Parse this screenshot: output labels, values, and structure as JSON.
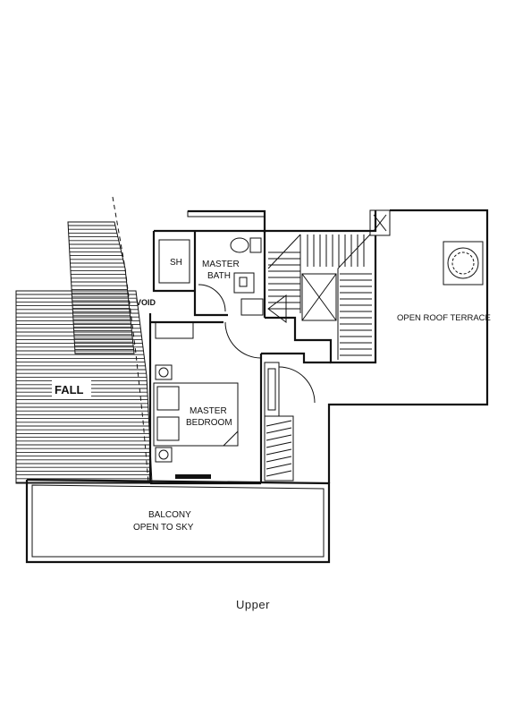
{
  "rooms": {
    "sh": "SH",
    "master_bath_1": "MASTER",
    "master_bath_2": "BATH",
    "void": "VOID",
    "fall": "FALL",
    "master_bedroom_1": "MASTER",
    "master_bedroom_2": "BEDROOM",
    "open_roof_terrace": "OPEN ROOF TERRACE",
    "balcony_1": "BALCONY",
    "balcony_2": "OPEN TO SKY"
  },
  "caption": "Upper"
}
